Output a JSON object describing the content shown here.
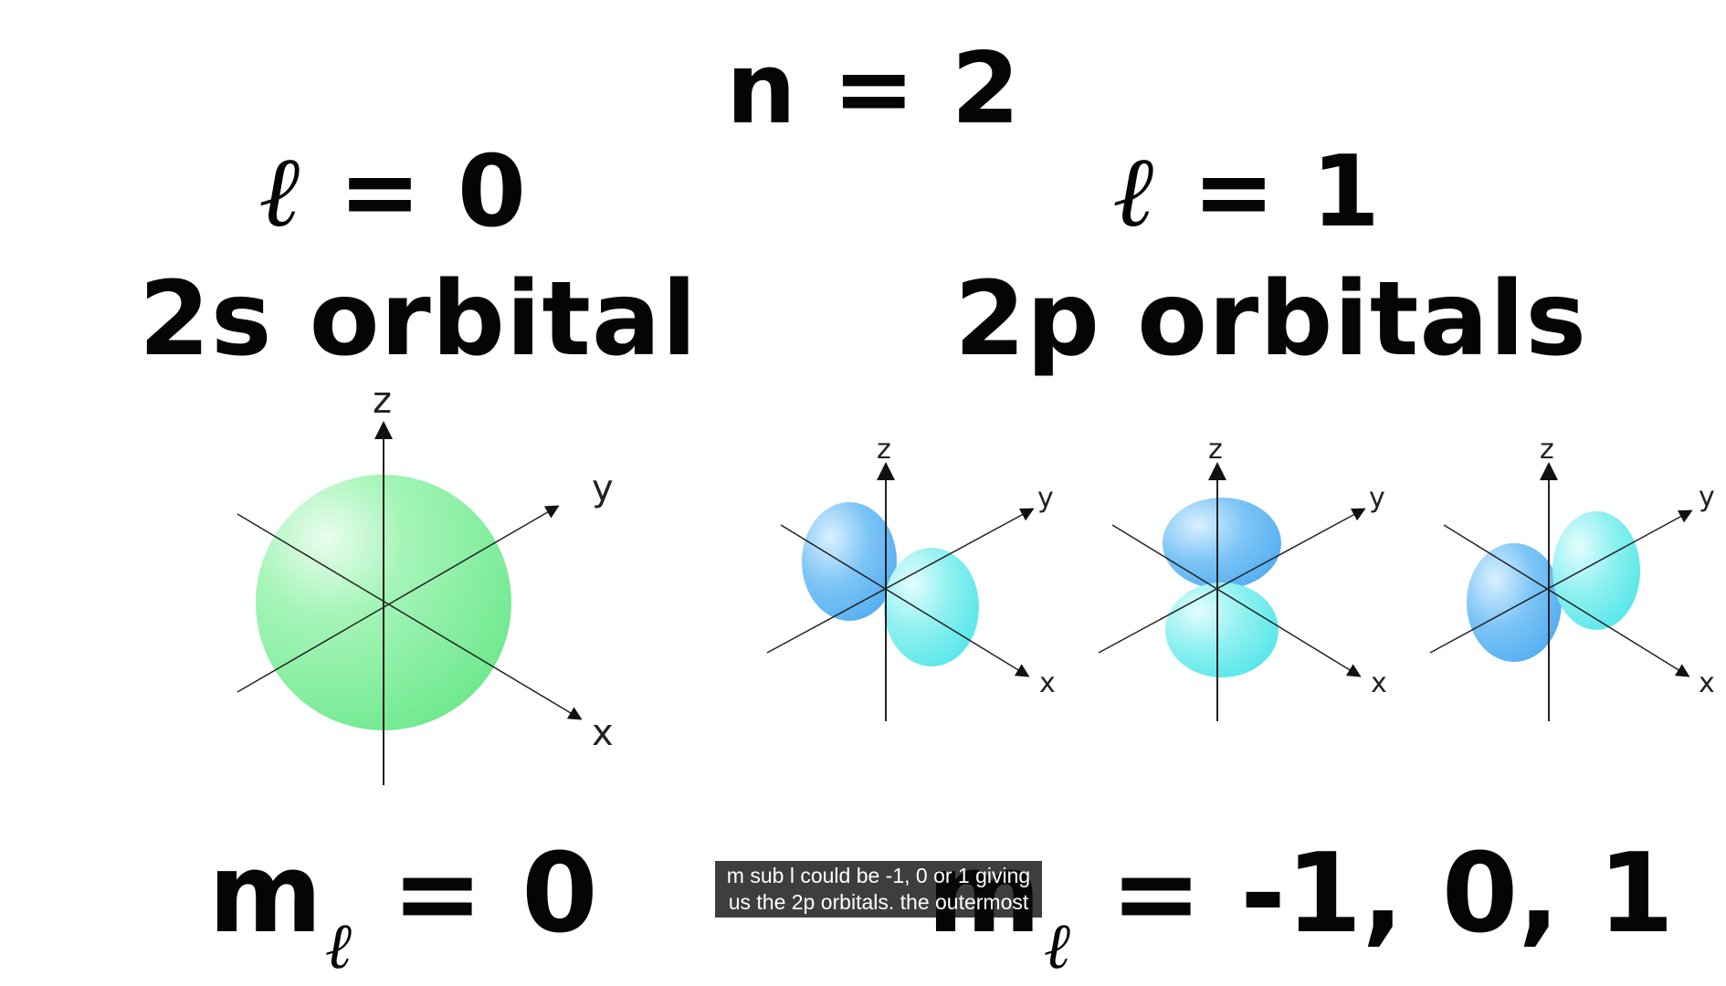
{
  "principal": {
    "symbol": "n",
    "value": "n = 2"
  },
  "left": {
    "l_symbol": "ℓ",
    "l_value": " = 0",
    "title": "2s orbital",
    "ml_symbol": "m",
    "ml_sub": "ℓ",
    "ml_value": " = 0",
    "axes": {
      "z": "z",
      "y": "y",
      "x": "x"
    },
    "orbital_color": "#7fef9e"
  },
  "right": {
    "l_symbol": "ℓ",
    "l_value": " = 1",
    "title": "2p orbitals",
    "ml_symbol": "m",
    "ml_sub": "ℓ",
    "ml_value": " = -1, 0, 1",
    "axes": [
      {
        "z": "z",
        "y": "y",
        "x": "x"
      },
      {
        "z": "z",
        "y": "y",
        "x": "x"
      },
      {
        "z": "z",
        "y": "y",
        "x": "x"
      }
    ],
    "lobe_colors": [
      "#5fb4f2",
      "#58e6ea"
    ]
  },
  "caption": {
    "line1": "m sub l could be -1, 0 or 1 giving",
    "line2": "us the 2p orbitals. the outermost"
  }
}
